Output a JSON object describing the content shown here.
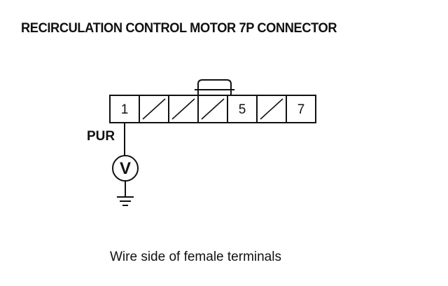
{
  "title": "RECIRCULATION CONTROL MOTOR 7P CONNECTOR",
  "connector": {
    "cavities": [
      {
        "label": "1",
        "used": true
      },
      {
        "label": "",
        "used": false
      },
      {
        "label": "",
        "used": false
      },
      {
        "label": "",
        "used": false
      },
      {
        "label": "5",
        "used": true
      },
      {
        "label": "",
        "used": false
      },
      {
        "label": "7",
        "used": true
      }
    ]
  },
  "wire": {
    "color_label": "PUR"
  },
  "meter": {
    "symbol": "V"
  },
  "caption": "Wire side of female terminals"
}
